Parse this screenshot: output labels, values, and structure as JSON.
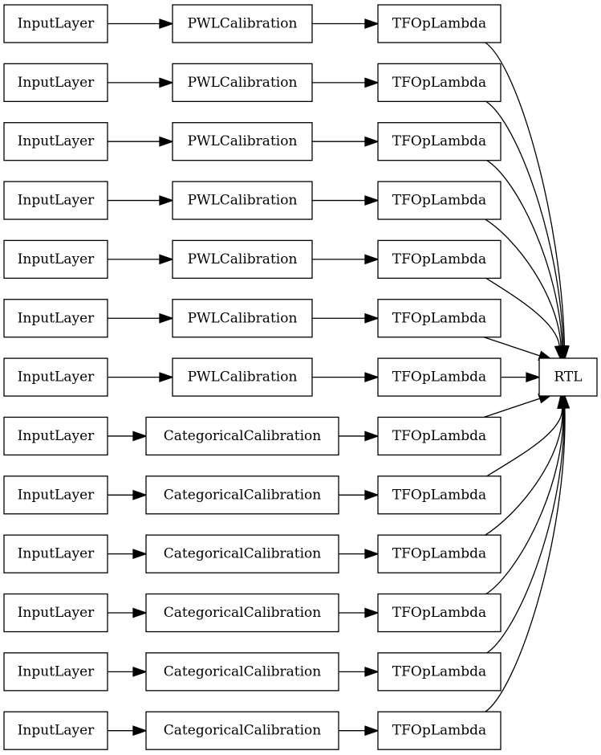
{
  "diagram": {
    "rows": [
      {
        "input": "InputLayer",
        "calibration": "PWLCalibration",
        "lambda": "TFOpLambda"
      },
      {
        "input": "InputLayer",
        "calibration": "PWLCalibration",
        "lambda": "TFOpLambda"
      },
      {
        "input": "InputLayer",
        "calibration": "PWLCalibration",
        "lambda": "TFOpLambda"
      },
      {
        "input": "InputLayer",
        "calibration": "PWLCalibration",
        "lambda": "TFOpLambda"
      },
      {
        "input": "InputLayer",
        "calibration": "PWLCalibration",
        "lambda": "TFOpLambda"
      },
      {
        "input": "InputLayer",
        "calibration": "PWLCalibration",
        "lambda": "TFOpLambda"
      },
      {
        "input": "InputLayer",
        "calibration": "PWLCalibration",
        "lambda": "TFOpLambda"
      },
      {
        "input": "InputLayer",
        "calibration": "CategoricalCalibration",
        "lambda": "TFOpLambda"
      },
      {
        "input": "InputLayer",
        "calibration": "CategoricalCalibration",
        "lambda": "TFOpLambda"
      },
      {
        "input": "InputLayer",
        "calibration": "CategoricalCalibration",
        "lambda": "TFOpLambda"
      },
      {
        "input": "InputLayer",
        "calibration": "CategoricalCalibration",
        "lambda": "TFOpLambda"
      },
      {
        "input": "InputLayer",
        "calibration": "CategoricalCalibration",
        "lambda": "TFOpLambda"
      },
      {
        "input": "InputLayer",
        "calibration": "CategoricalCalibration",
        "lambda": "TFOpLambda"
      }
    ],
    "output": "RTL"
  }
}
